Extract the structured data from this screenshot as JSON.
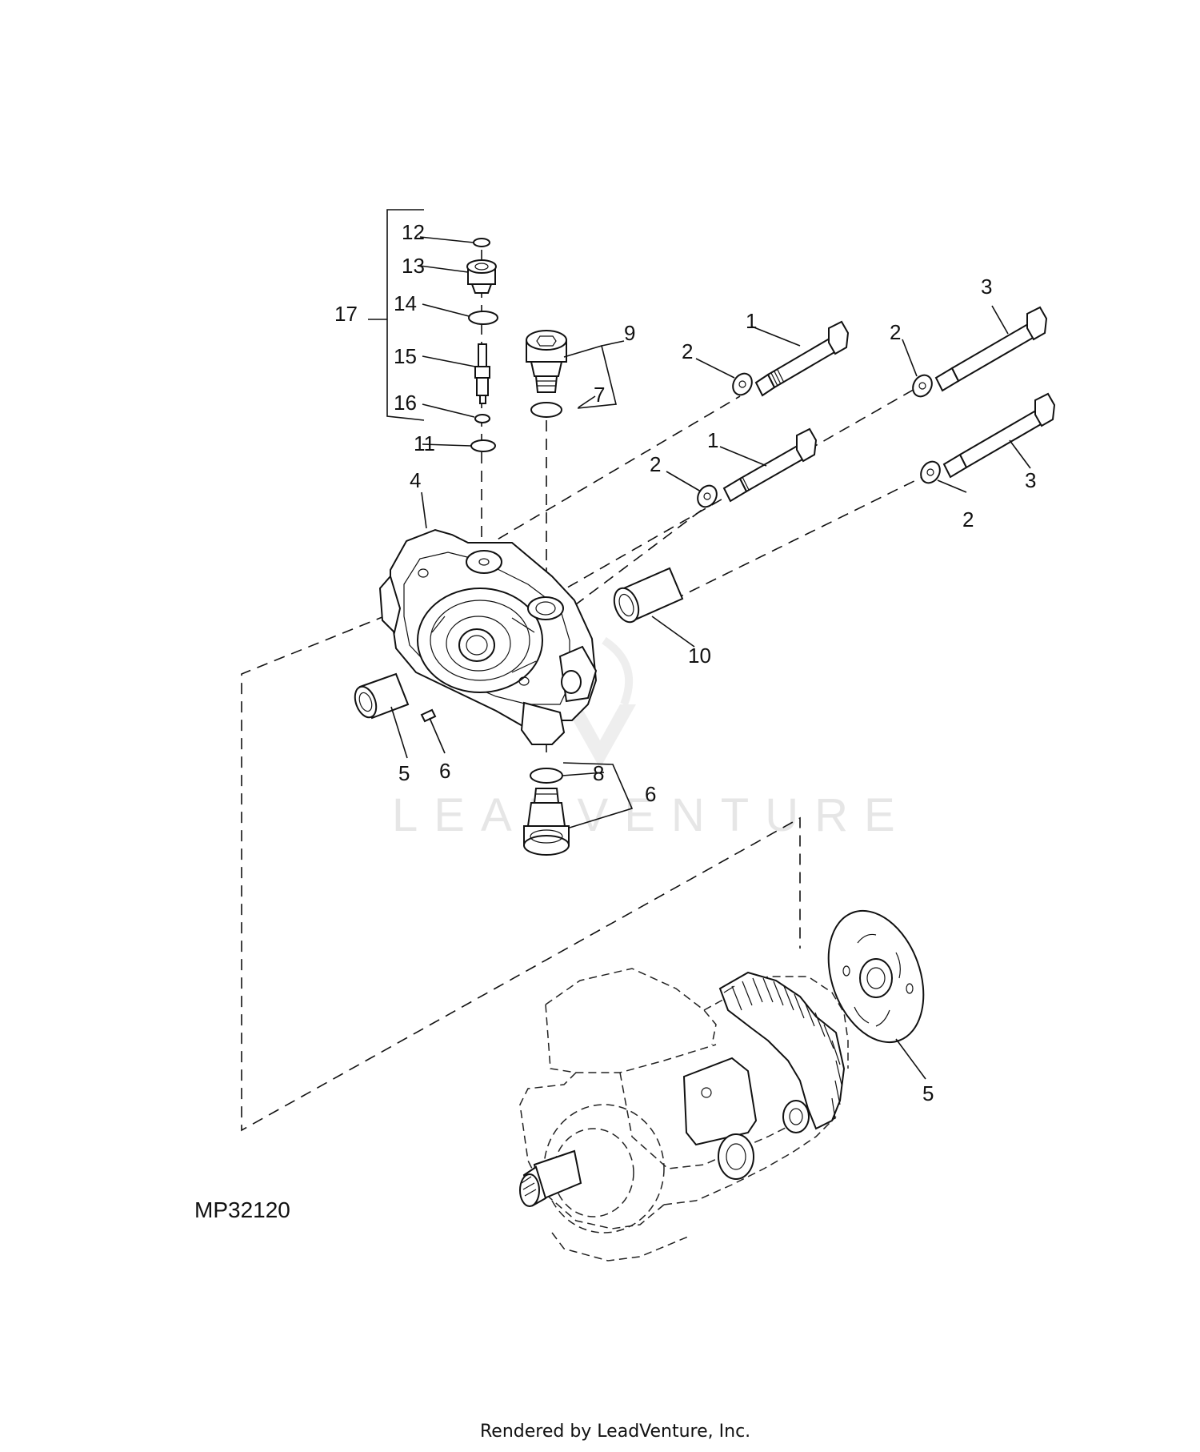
{
  "diagram": {
    "reference_number": "MP32120",
    "watermark": "LEADVENTURE",
    "credit": "Rendered by LeadVenture, Inc.",
    "callouts": [
      {
        "id": "c1a",
        "label": "1"
      },
      {
        "id": "c1b",
        "label": "1"
      },
      {
        "id": "c2a",
        "label": "2"
      },
      {
        "id": "c2b",
        "label": "2"
      },
      {
        "id": "c2c",
        "label": "2"
      },
      {
        "id": "c2d",
        "label": "2"
      },
      {
        "id": "c3a",
        "label": "3"
      },
      {
        "id": "c3b",
        "label": "3"
      },
      {
        "id": "c4",
        "label": "4"
      },
      {
        "id": "c5a",
        "label": "5"
      },
      {
        "id": "c5b",
        "label": "5"
      },
      {
        "id": "c6a",
        "label": "6"
      },
      {
        "id": "c6b",
        "label": "6"
      },
      {
        "id": "c7",
        "label": "7"
      },
      {
        "id": "c8",
        "label": "8"
      },
      {
        "id": "c9",
        "label": "9"
      },
      {
        "id": "c10",
        "label": "10"
      },
      {
        "id": "c11",
        "label": "11"
      },
      {
        "id": "c12",
        "label": "12"
      },
      {
        "id": "c13",
        "label": "13"
      },
      {
        "id": "c14",
        "label": "14"
      },
      {
        "id": "c15",
        "label": "15"
      },
      {
        "id": "c16",
        "label": "16"
      },
      {
        "id": "c17",
        "label": "17"
      }
    ]
  }
}
